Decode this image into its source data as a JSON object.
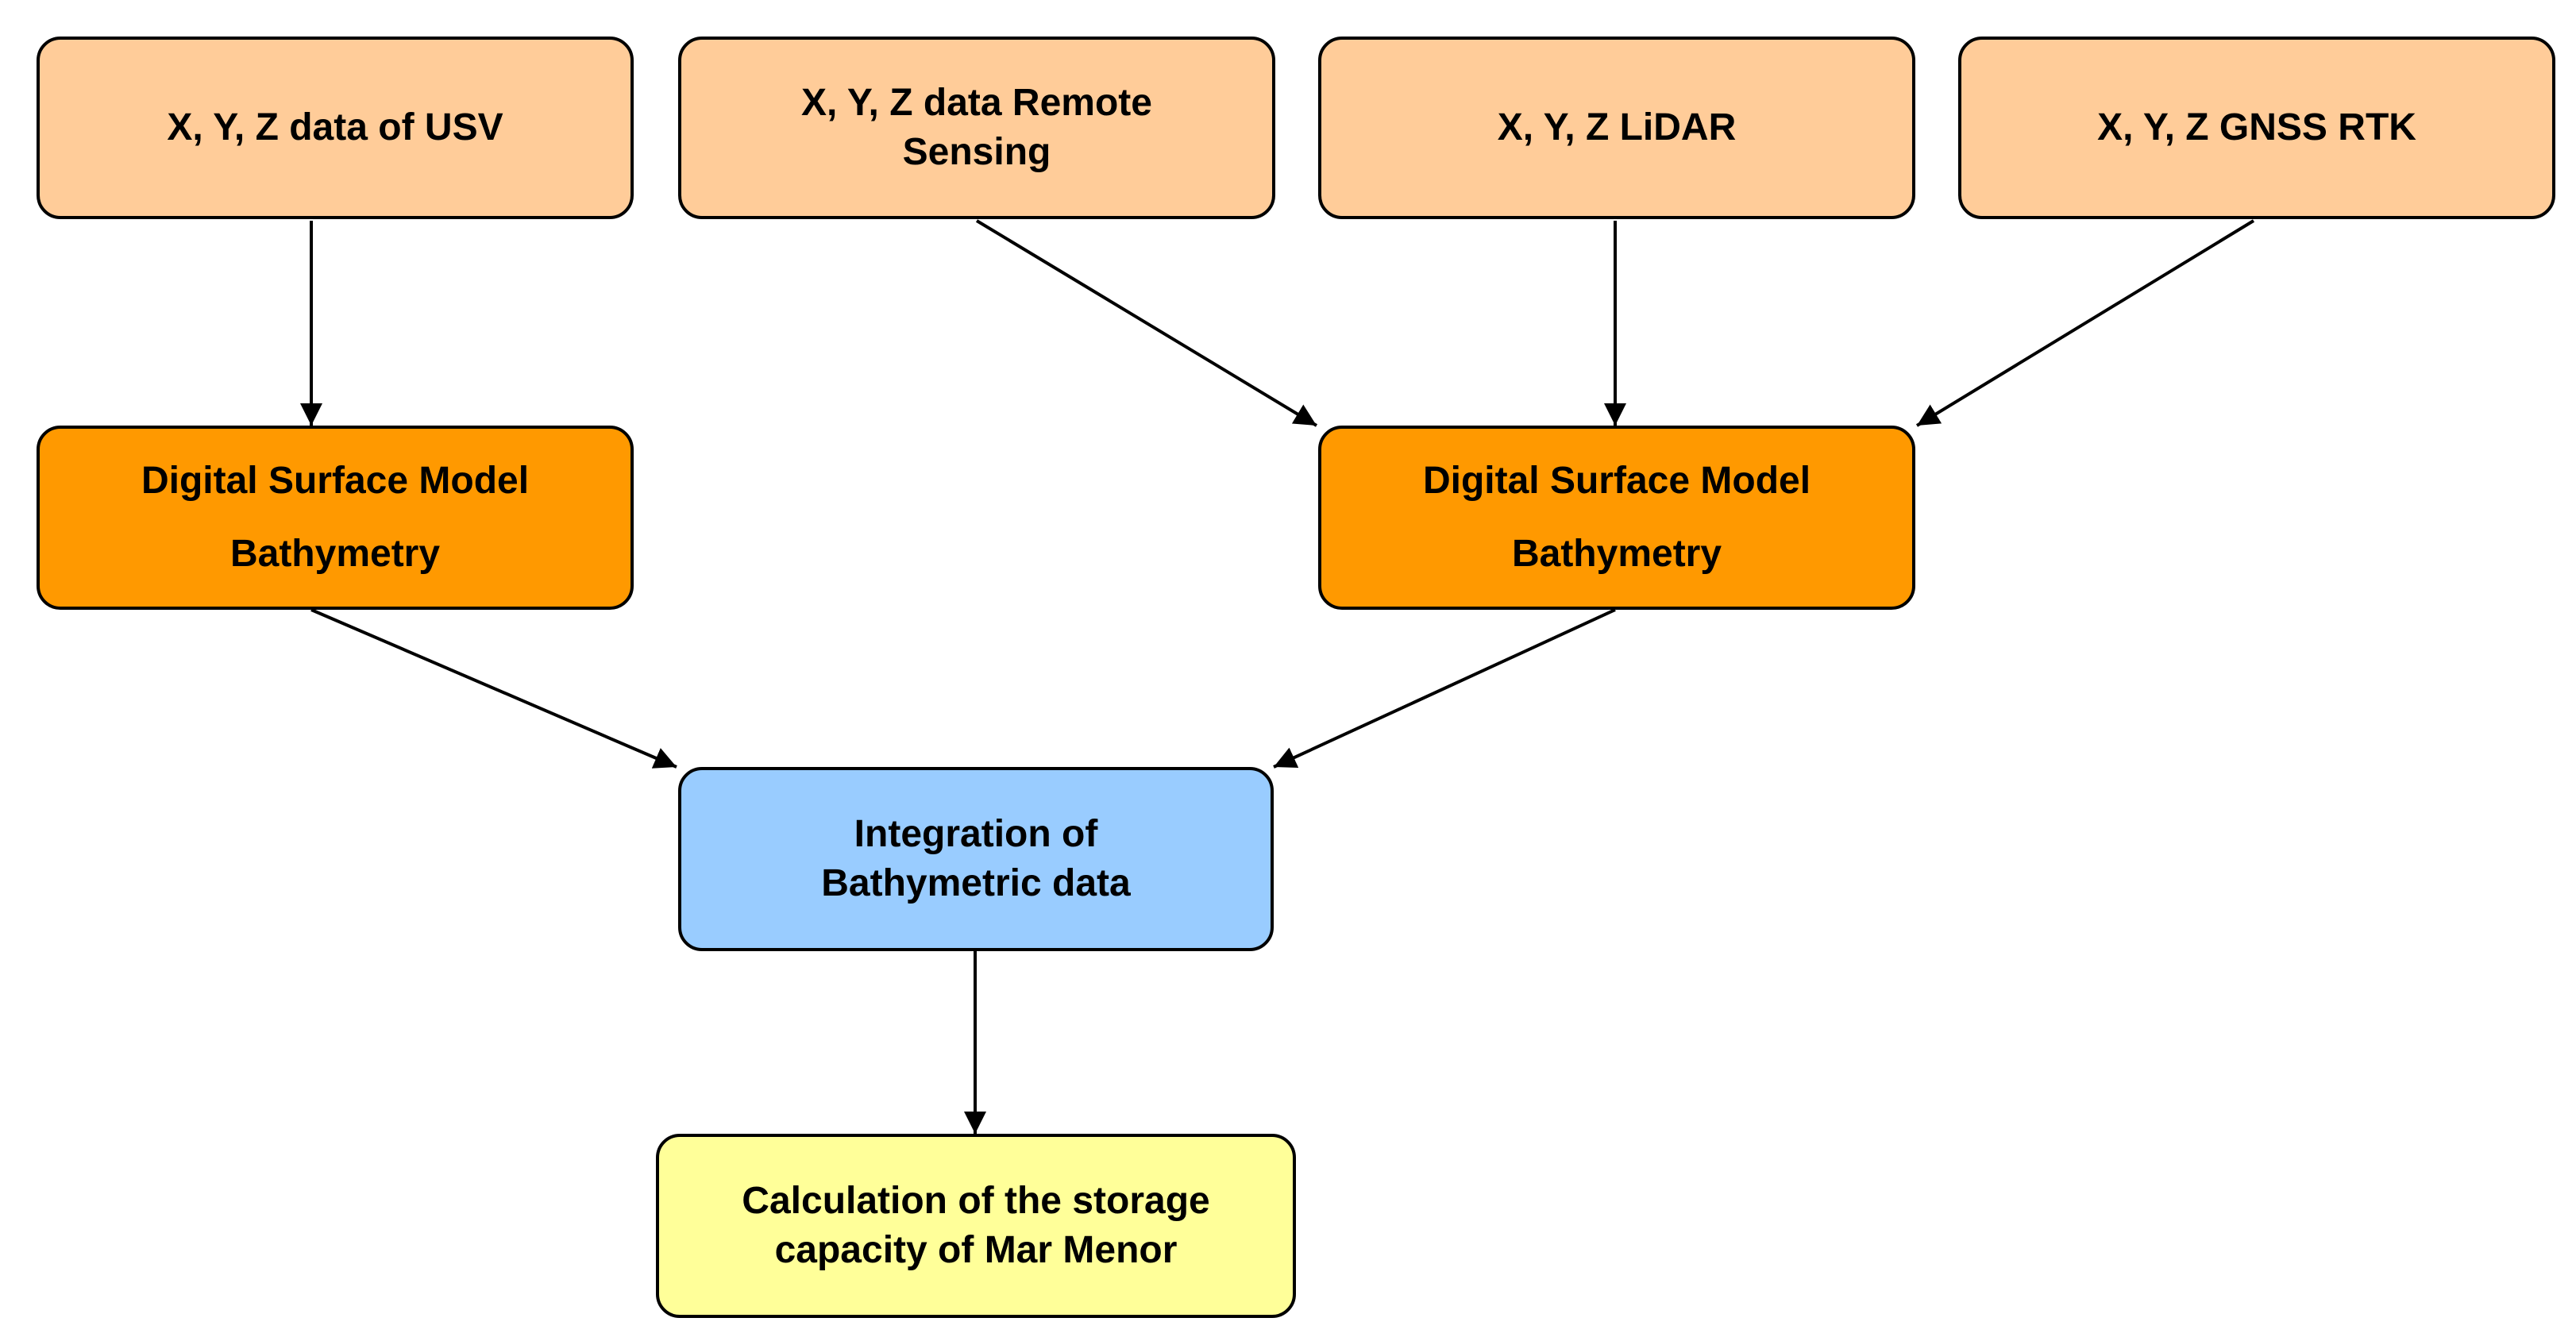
{
  "colors": {
    "input_fill": "#FFCC99",
    "dsm_fill": "#FF9900",
    "integration_fill": "#99CCFF",
    "output_fill": "#FFFF99",
    "stroke": "#000000"
  },
  "nodes": {
    "usv": {
      "lines": [
        "X, Y,  Z data of USV"
      ]
    },
    "remote_sensing": {
      "lines": [
        "X, Y, Z data Remote",
        "Sensing"
      ]
    },
    "lidar": {
      "lines": [
        "X, Y, Z LiDAR"
      ]
    },
    "gnss": {
      "lines": [
        "X, Y, Z GNSS RTK"
      ]
    },
    "dsm_left": {
      "lines": [
        "Digital Surface Model",
        "Bathymetry"
      ]
    },
    "dsm_right": {
      "lines": [
        "Digital Surface Model",
        "Bathymetry"
      ]
    },
    "integration": {
      "lines": [
        "Integration of",
        "Bathymetric data"
      ]
    },
    "output": {
      "lines": [
        "Calculation of the storage",
        "capacity of Mar Menor"
      ]
    }
  },
  "edges": [
    {
      "from": "usv",
      "to": "dsm_left"
    },
    {
      "from": "remote_sensing",
      "to": "dsm_right"
    },
    {
      "from": "lidar",
      "to": "dsm_right"
    },
    {
      "from": "gnss",
      "to": "dsm_right"
    },
    {
      "from": "dsm_left",
      "to": "integration"
    },
    {
      "from": "dsm_right",
      "to": "integration"
    },
    {
      "from": "integration",
      "to": "output"
    }
  ]
}
